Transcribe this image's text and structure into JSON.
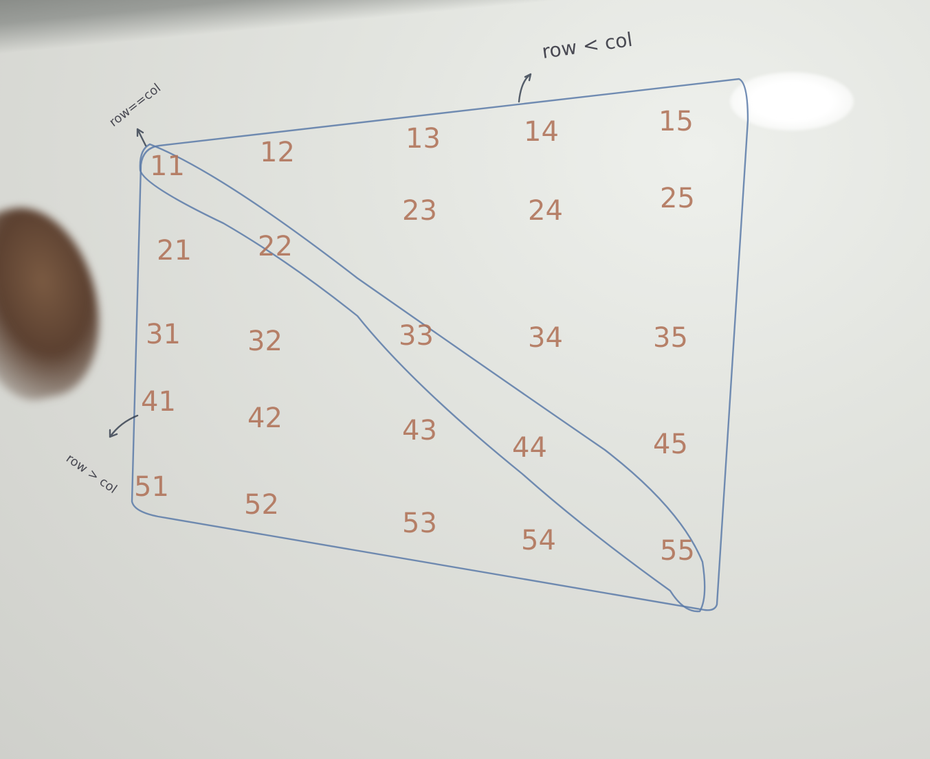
{
  "annotations": {
    "upper": "row < col",
    "diagonal": "row==col",
    "lower": "row > col"
  },
  "matrix_cells": [
    "11",
    "12",
    "13",
    "14",
    "15",
    "21",
    "22",
    "23",
    "24",
    "25",
    "31",
    "32",
    "33",
    "34",
    "35",
    "41",
    "42",
    "43",
    "44",
    "45",
    "51",
    "52",
    "53",
    "54",
    "55"
  ],
  "colors": {
    "ink_blue": "#5b7aa8",
    "ink_red": "#b07258",
    "ink_black": "#2e2e3a"
  }
}
